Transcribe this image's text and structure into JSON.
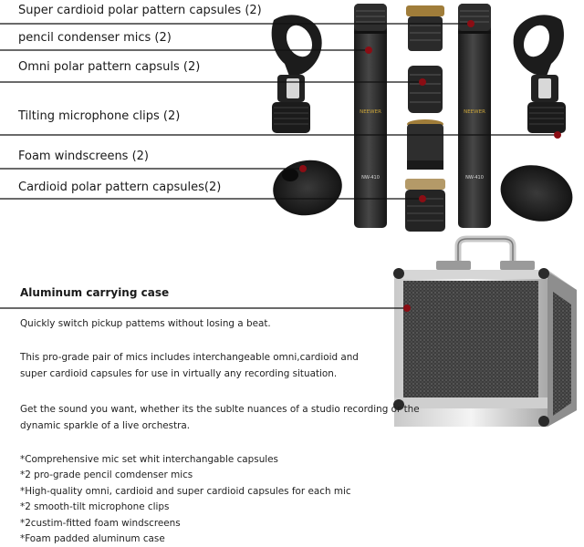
{
  "callouts": [
    "Super cardioid polar pattern capsules (2)",
    "pencil condenser mics (2)",
    "Omni polar pattern capsuls (2)",
    "Tilting microphone clips (2)",
    "Foam windscreens (2)",
    "Cardioid polar pattern capsules(2)"
  ],
  "brand_mark": "NEEWER",
  "model_mark": "NW-410",
  "case": {
    "title": "Aluminum carrying case",
    "paragraphs": [
      "Quickly switch pickup pattems without losing a beat.",
      "This pro-grade pair of mics includes interchangeable omni,cardioid and",
      "super cardioid capsules for use in virtually any recording situation.",
      "Get the sound you want, whether its the sublte nuances of a studio recording or the",
      "dynamic sparkle of a live orchestra."
    ],
    "bullets": [
      "*Comprehensive mic set whit interchangable capsules",
      "*2 pro-grade pencil comdenser mics",
      "*High-quality omni, cardioid and super cardioid capsules for each mic",
      "*2 smooth-tilt microphone clips",
      "*2custim-fitted foam windscreens",
      "*Foam padded aluminum case"
    ]
  },
  "colors": {
    "callout_dot": "#8b0d14",
    "line": "#111111",
    "mic_body": "#2a2a2a",
    "case_panel": "#3a3a3a"
  }
}
